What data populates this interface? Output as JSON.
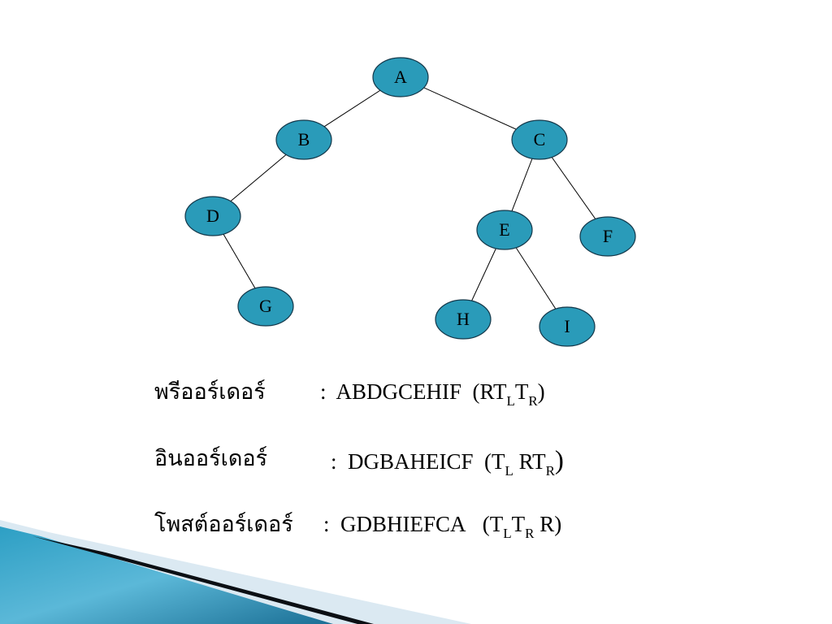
{
  "tree": {
    "nodes": [
      {
        "id": "A",
        "label": "A"
      },
      {
        "id": "B",
        "label": "B"
      },
      {
        "id": "C",
        "label": "C"
      },
      {
        "id": "D",
        "label": "D"
      },
      {
        "id": "E",
        "label": "E"
      },
      {
        "id": "F",
        "label": "F"
      },
      {
        "id": "G",
        "label": "G"
      },
      {
        "id": "H",
        "label": "H"
      },
      {
        "id": "I",
        "label": "I"
      }
    ],
    "edges": [
      [
        "A",
        "B"
      ],
      [
        "A",
        "C"
      ],
      [
        "B",
        "D"
      ],
      [
        "D",
        "G"
      ],
      [
        "C",
        "E"
      ],
      [
        "C",
        "F"
      ],
      [
        "E",
        "H"
      ],
      [
        "E",
        "I"
      ]
    ],
    "colors": {
      "fill": "#2a9bb9",
      "stroke": "#14384a",
      "edge": "#000000"
    }
  },
  "traversals": {
    "preorder": {
      "label": "พรีออร์เดอร์",
      "sep": ":",
      "sequence": "ABDGCEHIF",
      "open": "(",
      "r": "R",
      "t": "T",
      "l_sub": "L",
      "r_sub": "R",
      "close": ")"
    },
    "inorder": {
      "label": "อินออร์เดอร์",
      "sep": ":",
      "sequence": "DGBAHEICF",
      "open": "(",
      "t": "T",
      "l_sub": "L",
      "r": "R",
      "r_sub": "R",
      "close": ")"
    },
    "postorder": {
      "label": "โพสต์ออร์เดอร์",
      "sep": ":",
      "sequence": "GDBHIEFCA",
      "open": "(",
      "t": "T",
      "l_sub": "L",
      "r_sub": "R",
      "r": "R",
      "close": ")"
    }
  },
  "decoration": {
    "colors": {
      "band_dark": "#0b0f14",
      "band_blue": "#2f8fb6",
      "band_light": "#dbe9f2"
    }
  }
}
